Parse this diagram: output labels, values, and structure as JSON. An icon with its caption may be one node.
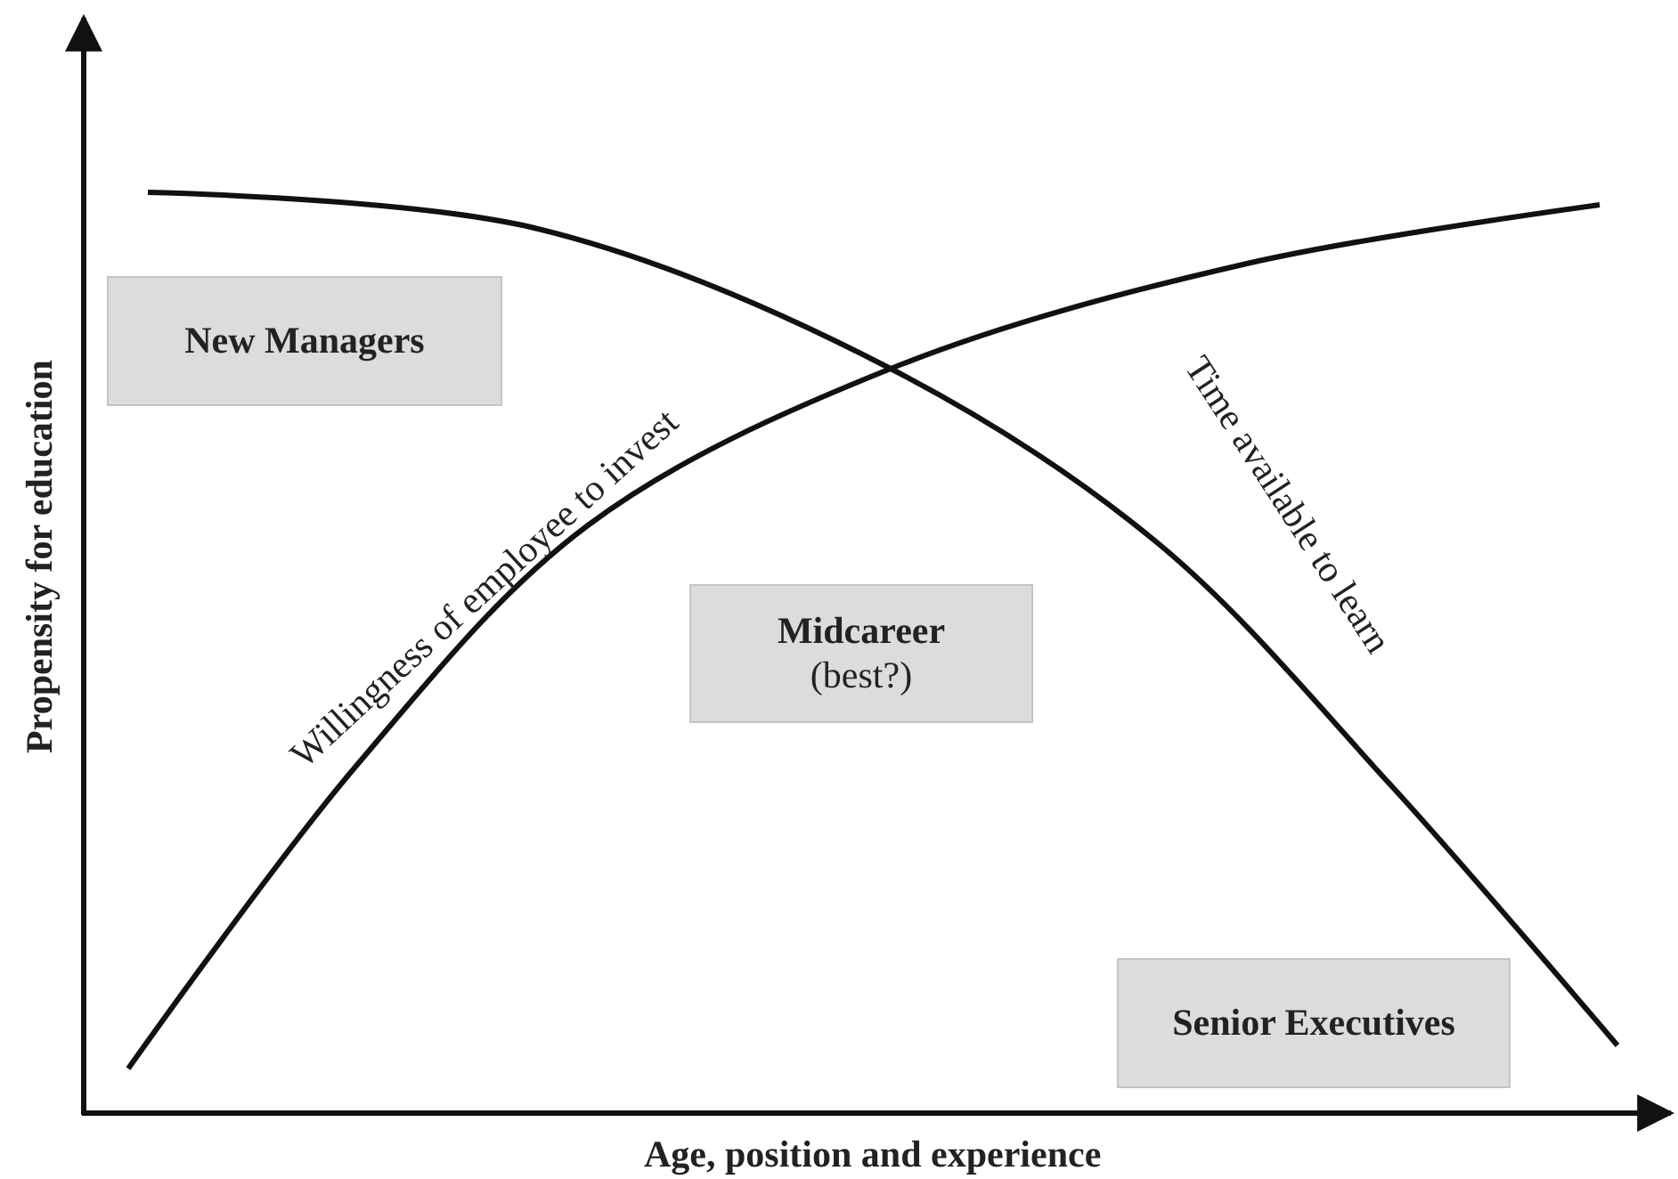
{
  "diagram": {
    "nodes": [
      {
        "text": [
          "New Managers"
        ]
      },
      {
        "text": [
          "Midcareer",
          "(best?)"
        ]
      },
      {
        "text": [
          "Senior Executives"
        ]
      }
    ],
    "edges": [],
    "labels": [
      "Propensity for education",
      "Willingness of employee to invest",
      "Time available to learn",
      "Age, position and experience"
    ]
  }
}
